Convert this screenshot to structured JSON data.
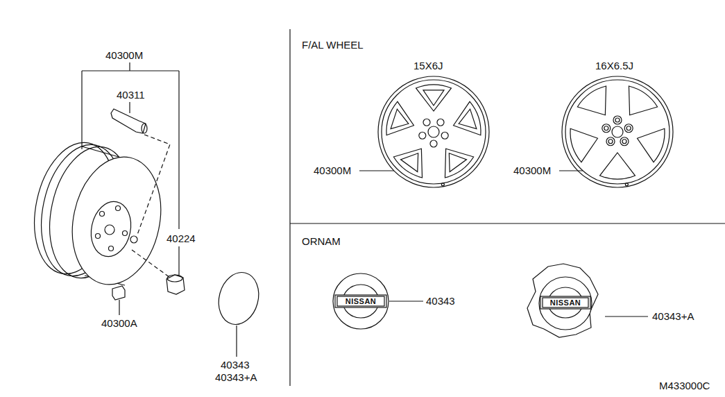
{
  "diagram": {
    "labels": [
      "40300M",
      "40311",
      "40224",
      "40300A",
      "40343",
      "40343+A",
      "F/AL WHEEL",
      "15X6J",
      "16X6.5J",
      "40300M",
      "40300M",
      "ORNAM",
      "NISSAN",
      "40343",
      "NISSAN",
      "40343+A",
      "M433000C"
    ]
  }
}
